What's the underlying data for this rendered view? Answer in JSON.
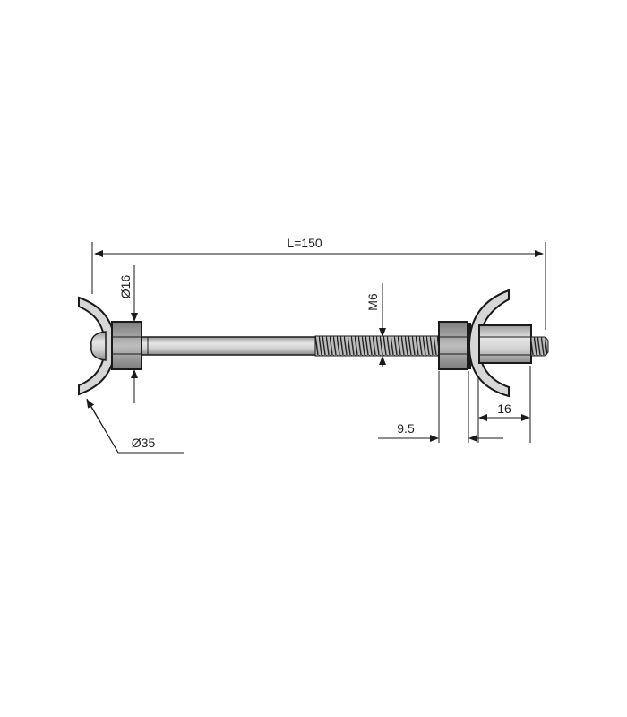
{
  "drawing": {
    "title": "",
    "dimensions": {
      "length": "L=150",
      "nut_diameter": "Ø16",
      "thread": "M6",
      "cup_diameter": "Ø35",
      "nut_offset": "9.5",
      "sleeve_length": "16"
    },
    "colors": {
      "line": "#1a1a1a",
      "metal_light": "#dcdcdc",
      "metal_dark": "#8a8a8a"
    }
  }
}
